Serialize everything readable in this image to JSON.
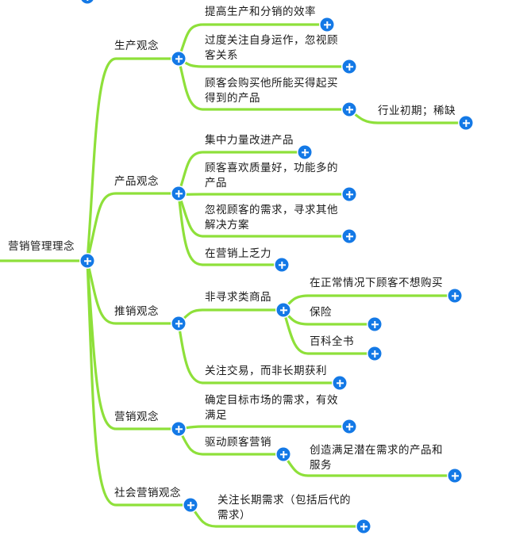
{
  "root": "营销管理理念",
  "concepts": [
    {
      "label": "生产观念",
      "children": [
        {
          "text": "提高生产和分销的效率"
        },
        {
          "text": "过度关注自身运作，忽视顾\n客关系"
        },
        {
          "text": "顾客会购买他所能买得起买\n得到的产品",
          "children": [
            {
              "text": "行业初期；稀缺"
            }
          ]
        }
      ]
    },
    {
      "label": "产品观念",
      "children": [
        {
          "text": "集中力量改进产品"
        },
        {
          "text": "顾客喜欢质量好，功能多的\n产品"
        },
        {
          "text": "忽视顾客的需求，寻求其他\n解决方案"
        },
        {
          "text": "在营销上乏力"
        }
      ]
    },
    {
      "label": "推销观念",
      "children": [
        {
          "text": "非寻求类商品",
          "children": [
            {
              "text": "在正常情况下顾客不想购买"
            },
            {
              "text": "保险"
            },
            {
              "text": "百科全书"
            }
          ]
        },
        {
          "text": "关注交易，而非长期获利"
        }
      ]
    },
    {
      "label": "营销观念",
      "children": [
        {
          "text": "确定目标市场的需求，有效\n满足"
        },
        {
          "text": "驱动顾客营销",
          "children": [
            {
              "text": "创造满足潜在需求的产品和\n服务"
            }
          ]
        }
      ]
    },
    {
      "label": "社会营销观念",
      "children": [
        {
          "text": "关注长期需求（包括后代的\n需求）"
        }
      ]
    }
  ],
  "colors": {
    "branch": "#8ee03a",
    "button": "#1479e6"
  },
  "icons": {
    "expand": "plus-circle-icon"
  }
}
